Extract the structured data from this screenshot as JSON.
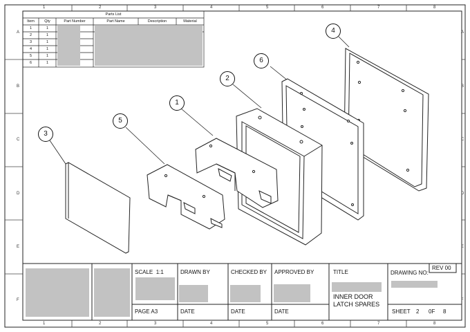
{
  "zones": {
    "columns": [
      "1",
      "2",
      "3",
      "4",
      "5",
      "6",
      "7",
      "8"
    ],
    "rows": [
      "A",
      "B",
      "C",
      "D",
      "E",
      "F"
    ]
  },
  "parts_list": {
    "title": "Parts List",
    "headers": [
      "Item",
      "Qty",
      "Part Number",
      "Part Name",
      "Description",
      "Material"
    ],
    "rows": [
      {
        "item": "1",
        "qty": "1"
      },
      {
        "item": "2",
        "qty": "1"
      },
      {
        "item": "3",
        "qty": "1"
      },
      {
        "item": "4",
        "qty": "1"
      },
      {
        "item": "5",
        "qty": "1"
      },
      {
        "item": "6",
        "qty": "1"
      }
    ]
  },
  "callouts": [
    "1",
    "2",
    "3",
    "4",
    "5",
    "6"
  ],
  "title_block": {
    "scale_label": "SCALE",
    "scale_value": "1:1",
    "drawn_by": "DRAWN BY",
    "checked_by": "CHECKED BY",
    "approved_by": "APPROVED BY",
    "title_label": "TITLE",
    "title_line1": "INNER DOOR",
    "title_line2": "LATCH SPARES",
    "drawing_no": "DRAWING NO:",
    "rev": "REV 00",
    "page": "PAGE A3",
    "date1": "DATE",
    "date2": "DATE",
    "date3": "DATE",
    "sheet_label": "SHEET",
    "sheet_num": "2",
    "of_label": "0F",
    "sheet_total": "8"
  }
}
